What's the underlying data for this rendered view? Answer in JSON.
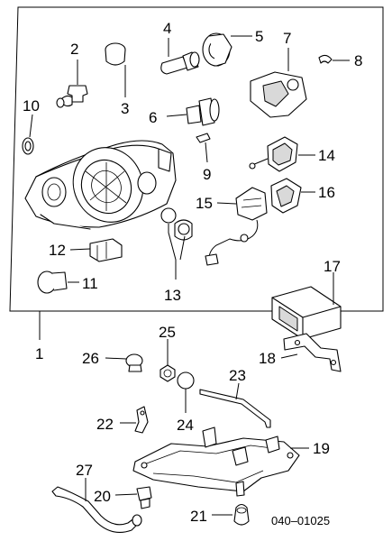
{
  "diagram": {
    "callouts": [
      {
        "id": "1",
        "label": "1"
      },
      {
        "id": "2",
        "label": "2"
      },
      {
        "id": "3",
        "label": "3"
      },
      {
        "id": "4",
        "label": "4"
      },
      {
        "id": "5",
        "label": "5"
      },
      {
        "id": "6",
        "label": "6"
      },
      {
        "id": "7",
        "label": "7"
      },
      {
        "id": "8",
        "label": "8"
      },
      {
        "id": "9",
        "label": "9"
      },
      {
        "id": "10",
        "label": "10"
      },
      {
        "id": "11",
        "label": "11"
      },
      {
        "id": "12",
        "label": "12"
      },
      {
        "id": "13",
        "label": "13"
      },
      {
        "id": "14",
        "label": "14"
      },
      {
        "id": "15",
        "label": "15"
      },
      {
        "id": "16",
        "label": "16"
      },
      {
        "id": "17",
        "label": "17"
      },
      {
        "id": "18",
        "label": "18"
      },
      {
        "id": "19",
        "label": "19"
      },
      {
        "id": "20",
        "label": "20"
      },
      {
        "id": "21",
        "label": "21"
      },
      {
        "id": "22",
        "label": "22"
      },
      {
        "id": "23",
        "label": "23"
      },
      {
        "id": "24",
        "label": "24"
      },
      {
        "id": "25",
        "label": "25"
      },
      {
        "id": "26",
        "label": "26"
      },
      {
        "id": "27",
        "label": "27"
      }
    ],
    "diagram_code": "040–01025"
  }
}
